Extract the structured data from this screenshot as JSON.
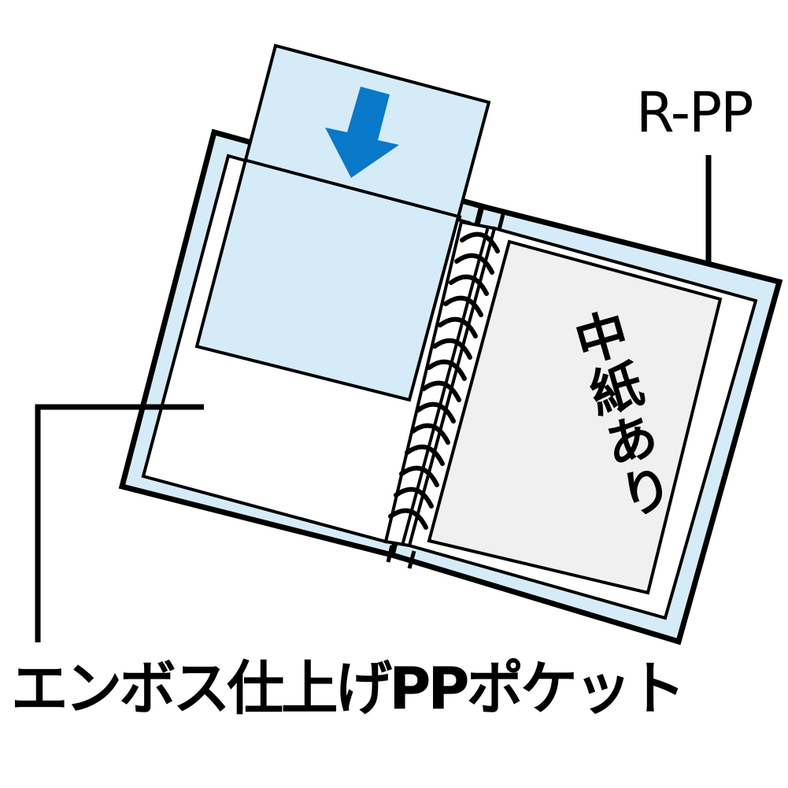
{
  "figure": {
    "type": "product-diagram",
    "subject": "ring binder with embossed PP pockets and insert paper",
    "colors": {
      "pocket_fill": "#d6ebf8",
      "arrow_fill": "#0a78c8",
      "insert_fill": "#f0f0f0",
      "outline": "#000000",
      "background": "#ffffff"
    },
    "icons": {
      "arrow": "arrow-down-icon",
      "rings": "binder-rings-icon"
    }
  },
  "labels": {
    "cover_material": "R-PP",
    "pocket_material": "エンボス仕上げPPポケット",
    "insert_note": "中紙あり"
  },
  "callouts": [
    {
      "label": "R-PP",
      "points_to": "binder cover edge"
    },
    {
      "label": "エンボス仕上げPPポケット",
      "points_to": "left pocket page"
    }
  ]
}
